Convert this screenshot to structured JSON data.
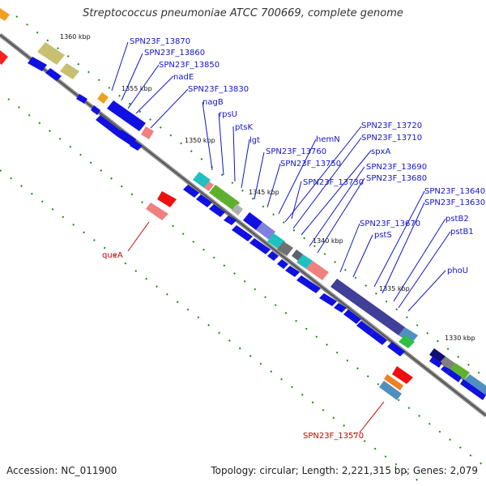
{
  "title": "Streptococcus pneumoniae ATCC 700669, complete genome",
  "footer": {
    "accession": "Accession: NC_011900",
    "topology": "Topology: circular; Length: 2,221,315 bp; Genes: 2,079"
  },
  "scale_labels": [
    "1360 kbp",
    "1355 kbp",
    "1350 kbp",
    "1345 kbp",
    "1340 kbp",
    "1335 kbp",
    "1330 kbp"
  ],
  "gene_labels": [
    {
      "text": "SPN23F_13870",
      "color": "#1414c8"
    },
    {
      "text": "SPN23F_13860",
      "color": "#1414c8"
    },
    {
      "text": "SPN23F_13850",
      "color": "#1414c8"
    },
    {
      "text": "nadE",
      "color": "#1414c8"
    },
    {
      "text": "SPN23F_13830",
      "color": "#1414c8"
    },
    {
      "text": "nagB",
      "color": "#1414c8"
    },
    {
      "text": "rpsU",
      "color": "#1414c8"
    },
    {
      "text": "ptsK",
      "color": "#1414c8"
    },
    {
      "text": "lgt",
      "color": "#1414c8"
    },
    {
      "text": "SPN23F_13760",
      "color": "#1414c8"
    },
    {
      "text": "SPN23F_13750",
      "color": "#1414c8"
    },
    {
      "text": "hemN",
      "color": "#1414c8"
    },
    {
      "text": "SPN23F_13720",
      "color": "#1414c8"
    },
    {
      "text": "SPN23F_13710",
      "color": "#1414c8"
    },
    {
      "text": "spxA",
      "color": "#1414c8"
    },
    {
      "text": "SPN23F_13730",
      "color": "#1414c8"
    },
    {
      "text": "SPN23F_13690",
      "color": "#1414c8"
    },
    {
      "text": "SPN23F_13680",
      "color": "#1414c8"
    },
    {
      "text": "SPN23F_13640",
      "color": "#1414c8"
    },
    {
      "text": "SPN23F_13630",
      "color": "#1414c8"
    },
    {
      "text": "SPN23F_13670",
      "color": "#1414c8"
    },
    {
      "text": "pstB2",
      "color": "#1414c8"
    },
    {
      "text": "pstS",
      "color": "#1414c8"
    },
    {
      "text": "pstB1",
      "color": "#1414c8"
    },
    {
      "text": "phoU",
      "color": "#1414c8"
    },
    {
      "text": "queA",
      "color": "#cc0000"
    },
    {
      "text": "SPN23F_13570",
      "color": "#cc0000"
    }
  ]
}
